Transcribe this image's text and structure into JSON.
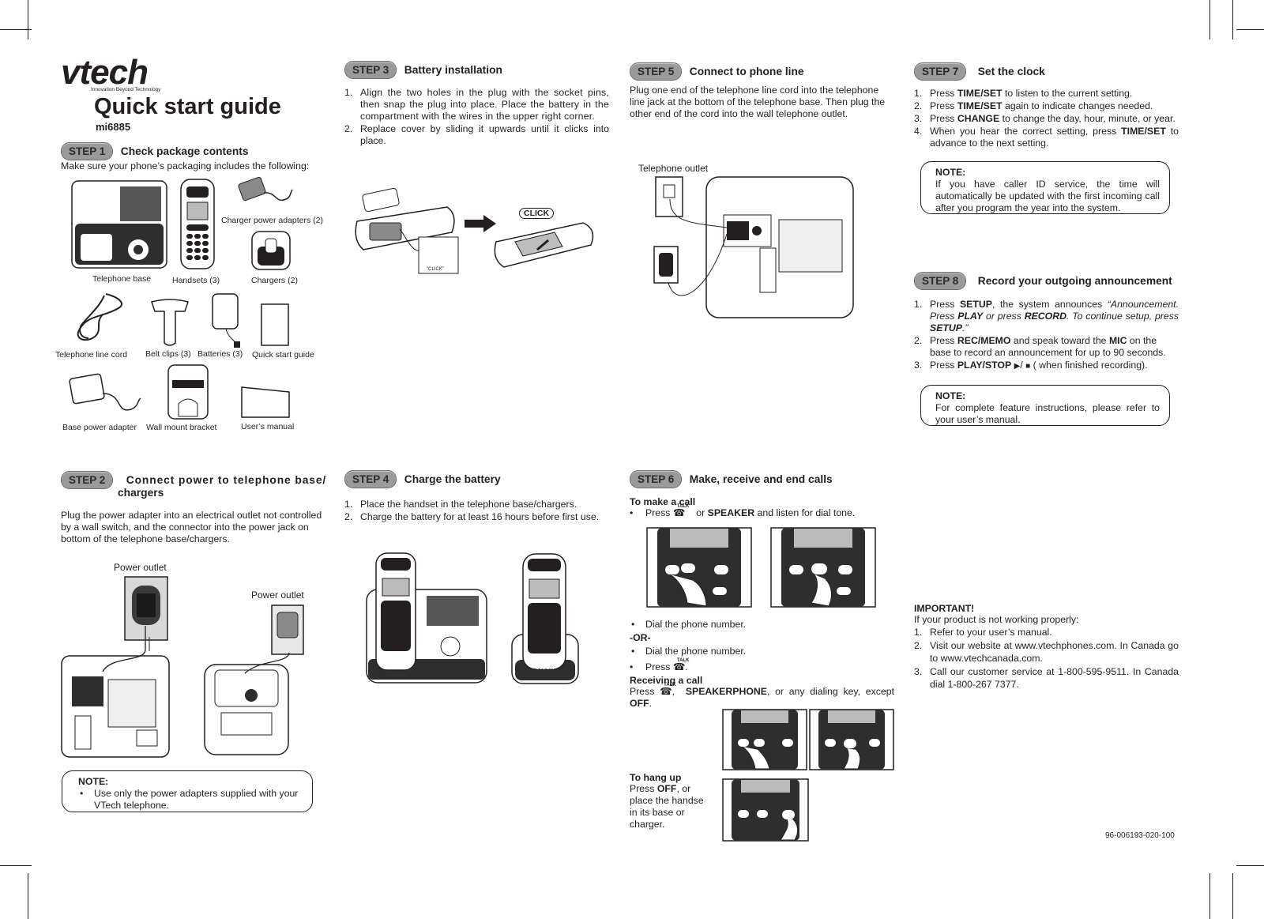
{
  "brand": {
    "logo": "vtech",
    "tagline": "Innovation Beyond Technology"
  },
  "title": "Quick start guide",
  "model": "mi6885",
  "step1": {
    "badge": "STEP 1",
    "heading": "Check package contents",
    "intro": "Make sure your phone’s packaging includes the following:",
    "items": [
      "Telephone base",
      "Handsets (3)",
      "Charger power adapters (2)",
      "Chargers (2)",
      "Telephone line cord",
      "Belt clips (3)",
      "Batteries (3)",
      "Quick start guide",
      "Base power adapter",
      "Wall mount bracket",
      "User’s manual"
    ]
  },
  "step2": {
    "badge": "STEP 2",
    "heading_line1": "Connect power to telephone base/",
    "heading_line2": "chargers",
    "body": "Plug the power adapter into an electrical outlet not controlled by a wall switch, and the connector into the power jack on bottom of the telephone base/chargers.",
    "label_outlet1": "Power outlet",
    "label_outlet2": "Power outlet",
    "note_title": "NOTE:",
    "note_item": "Use only the power adapters supplied with your VTech telephone."
  },
  "step3": {
    "badge": "STEP 3",
    "heading": "Battery installation",
    "items": [
      "Align the two holes in the plug with the socket pins, then snap the plug into place. Place the battery in the compartment with the wires in the upper right corner.",
      "Replace cover by sliding it upwards until it clicks into place."
    ],
    "click_label": "CLICK",
    "click_small": "\"CLICK\""
  },
  "step4": {
    "badge": "STEP 4",
    "heading": "Charge the battery",
    "items": [
      "Place the handset in the telephone base/chargers.",
      "Charge the battery for at least 16 hours before first use."
    ],
    "logo": "vtech"
  },
  "step5": {
    "badge": "STEP 5",
    "heading": "Connect to phone line",
    "body": "Plug one end of the telephone line cord into the telephone line jack at the bottom of the telephone base. Then plug the other end of the cord into the wall telephone outlet.",
    "label_outlet": "Telephone outlet"
  },
  "step6": {
    "badge": "STEP 6",
    "heading": "Make, receive and end calls",
    "make_title": "To make a call",
    "press": "Press",
    "or": "or",
    "speaker": "SPEAKER",
    "dial_tone": "and listen for dial tone.",
    "talk": "TALK",
    "dial1": "Dial the phone number.",
    "or_sep": "-OR-",
    "dial2": "Dial the phone number.",
    "receive_title": "Receiving a call",
    "receive_body_pre": "Press",
    "receive_body_bold": "SPEAKERPHONE",
    "receive_body_mid": ", or any dialing key, except",
    "receive_off": "OFF",
    "hangup_title": "To hang up",
    "hangup_pre": "Press",
    "hangup_off": "OFF",
    "hangup_post": ", or place the handse in its base or charger."
  },
  "step7": {
    "badge": "STEP 7",
    "heading": "Set the clock",
    "items": [
      {
        "pre": "Press",
        "bold": "TIME/SET",
        "post": "to listen to the current setting."
      },
      {
        "pre": "Press",
        "bold": "TIME/SET",
        "post": "again to indicate changes needed."
      },
      {
        "pre": "Press",
        "bold": "CHANGE",
        "post": "to change the day, hour, minute, or year."
      },
      {
        "pre": "When you hear the correct setting, press",
        "bold": "TIME/SET",
        "post": "to advance to the next setting."
      }
    ],
    "note_title": "NOTE:",
    "note_body": "If you have caller ID service, the time will automatically be updated with the first incoming call after you program the year into the system."
  },
  "step8": {
    "badge": "STEP 8",
    "heading": "Record your outgoing announcement",
    "i1_pre": "Press",
    "i1_b1": "SETUP",
    "i1_mid": ", the system announces",
    "i1_it1": "“Announcement. Press",
    "i1_b2": "PLAY",
    "i1_it2": "or press",
    "i1_b3": "RECORD",
    "i1_it3": ". To continue setup, press",
    "i1_b4": "SETUP",
    "i1_end": ".”",
    "i2_pre": "Press",
    "i2_b1": "REC/MEMO",
    "i2_mid": "and speak toward the",
    "i2_b2": "MIC",
    "i2_post": "on the base to record an announcement for up to 90 seconds.",
    "i3_pre": "Press",
    "i3_b1": "PLAY/STOP",
    "i3_post": "( when finished recording).",
    "note_title": "NOTE:",
    "note_body": "For complete feature instructions, please refer to your user’s manual."
  },
  "important": {
    "title": "IMPORTANT!",
    "intro": "If your product is not working properly:",
    "items": [
      "Refer to your user’s manual.",
      "Visit our website at www.vtechphones.com. In Canada go to www.vtechcanada.com.",
      "Call our customer service at 1-800-595-9511. In Canada dial 1-800-267 7377."
    ]
  },
  "part_number": "96-006193-020-100"
}
